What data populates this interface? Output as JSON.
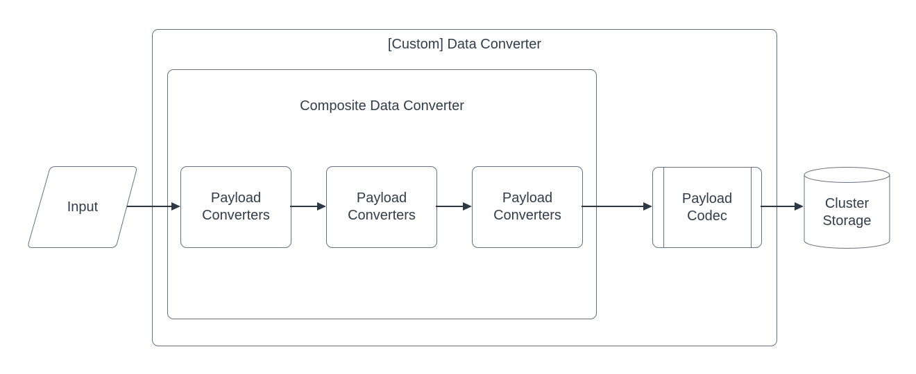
{
  "diagram": {
    "type": "flowchart",
    "colors": {
      "background": "#ffffff",
      "border": "#667080",
      "arrow": "#2e3845",
      "text": "#333c49"
    },
    "outer_group": {
      "title": "[Custom] Data Converter"
    },
    "inner_group": {
      "title": "Composite Data Converter"
    },
    "nodes": {
      "input": {
        "label": "Input",
        "shape": "parallelogram"
      },
      "payload_converter_1": {
        "label": "Payload\nConverters",
        "shape": "rounded-rectangle"
      },
      "payload_converter_2": {
        "label": "Payload\nConverters",
        "shape": "rounded-rectangle"
      },
      "payload_converter_3": {
        "label": "Payload\nConverters",
        "shape": "rounded-rectangle"
      },
      "payload_codec": {
        "label": "Payload\nCodec",
        "shape": "predefined-process"
      },
      "cluster_storage": {
        "label": "Cluster\nStorage",
        "shape": "cylinder"
      }
    },
    "flow": [
      "input -> payload_converter_1",
      "payload_converter_1 -> payload_converter_2",
      "payload_converter_2 -> payload_converter_3",
      "payload_converter_3 -> payload_codec",
      "payload_codec -> cluster_storage"
    ]
  }
}
